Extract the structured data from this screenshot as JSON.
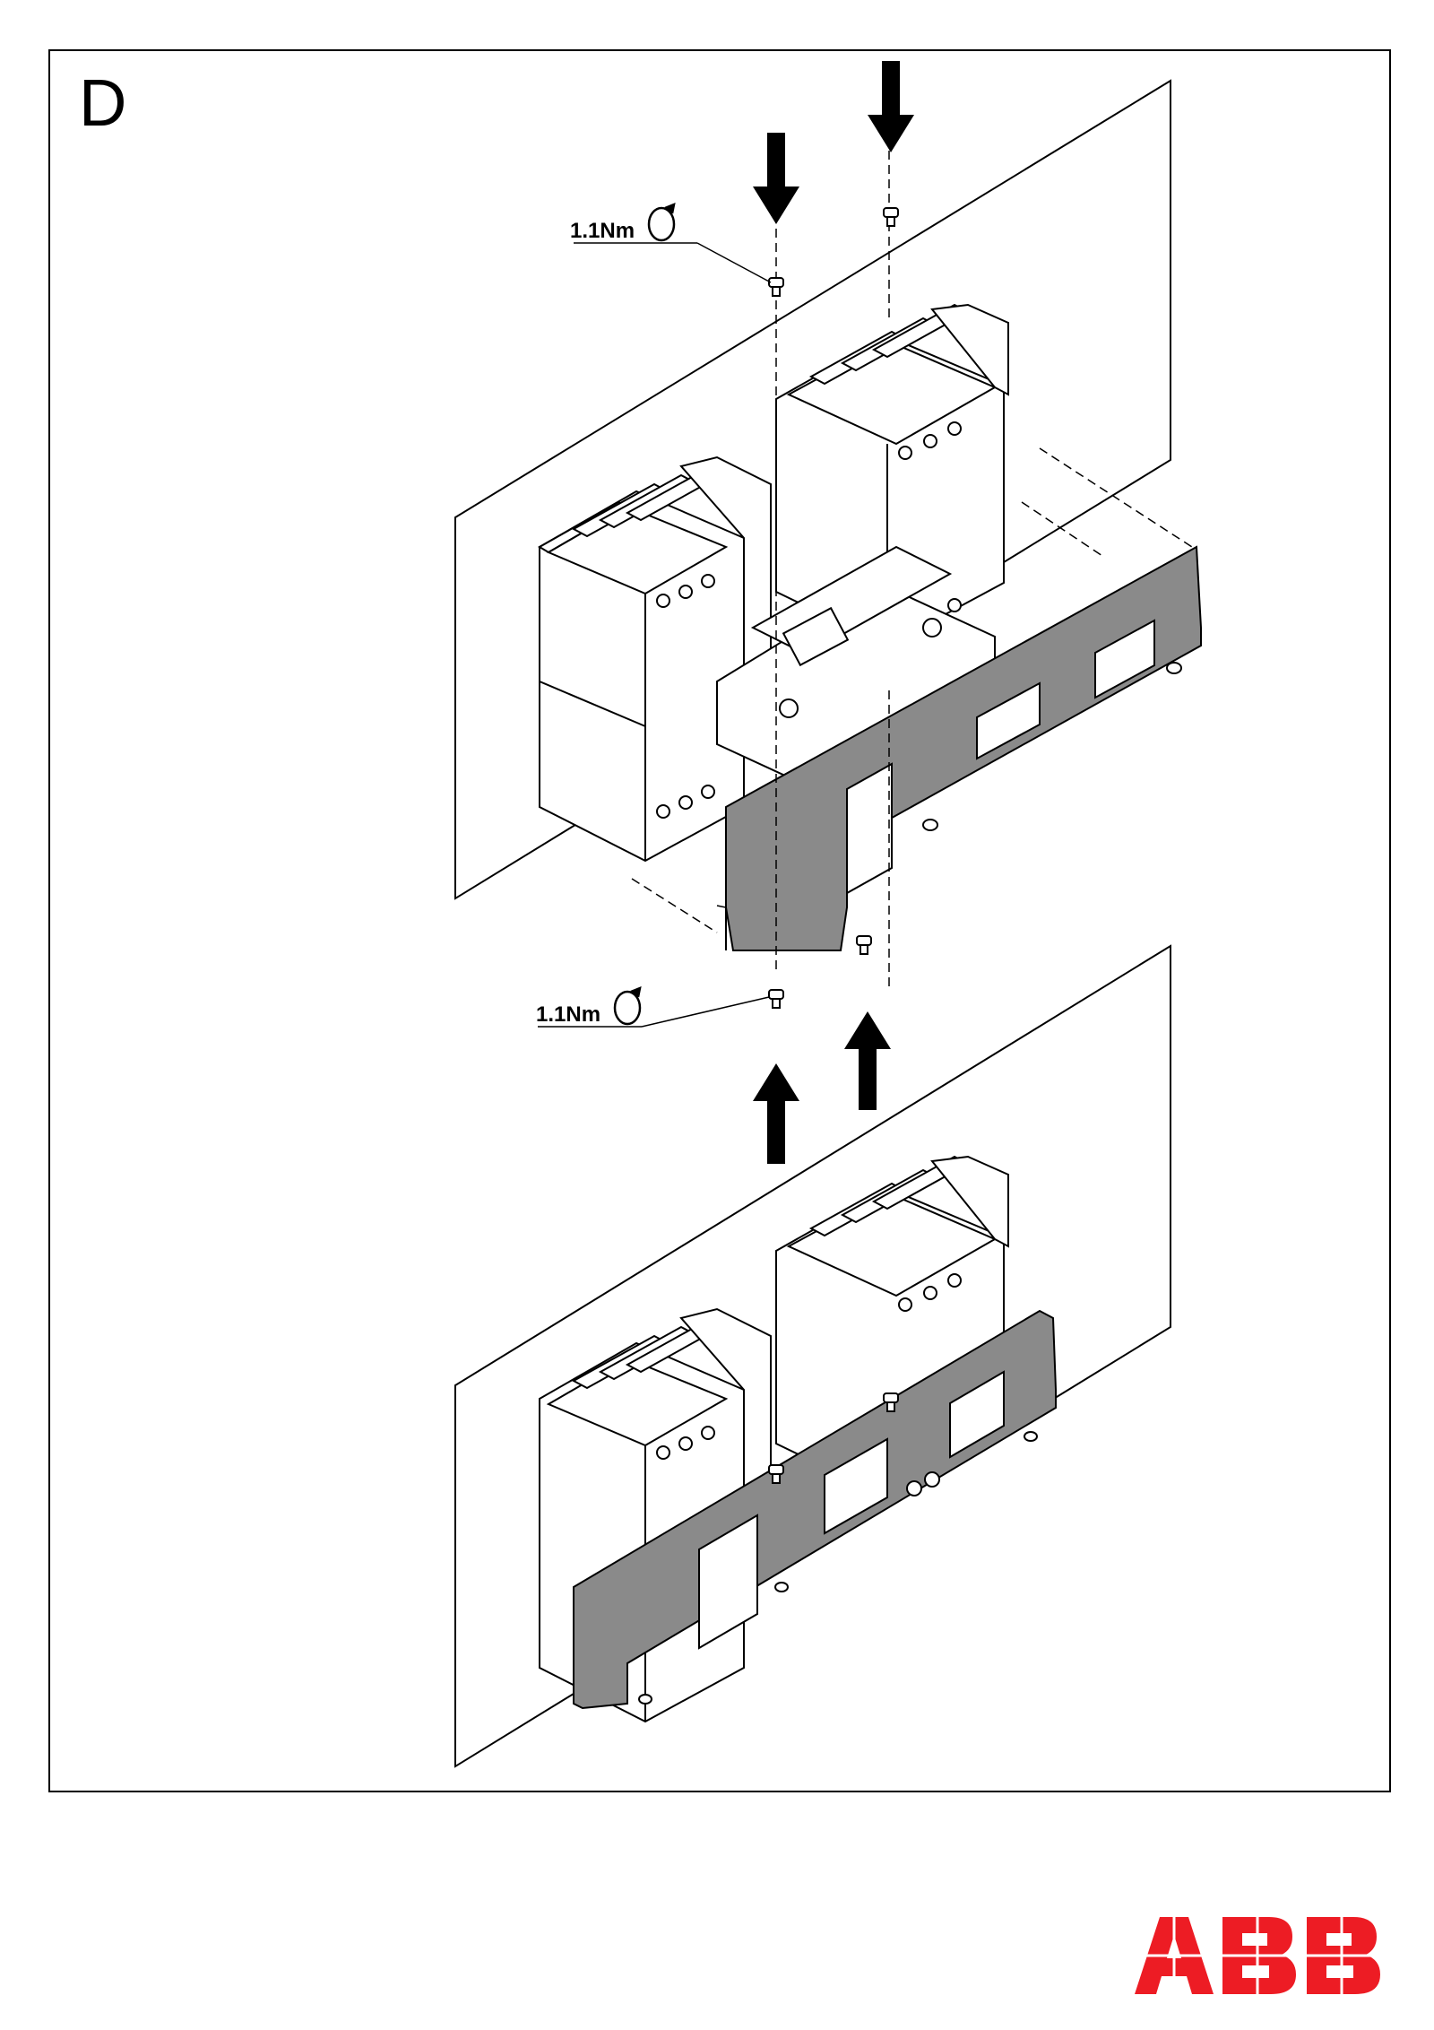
{
  "step": {
    "letter": "D"
  },
  "torque_labels": [
    {
      "text": "1.1Nm",
      "target": "top-left-screw"
    },
    {
      "text": "1.1Nm",
      "target": "bottom-left-screw"
    }
  ],
  "logo": {
    "text": "ABB",
    "color": "#ED1C24"
  },
  "colors": {
    "plate": "#8a8a8a",
    "line": "#000000",
    "frame": "#000000"
  },
  "icons": [
    "arrow-down-icon",
    "arrow-up-icon",
    "torque-rotation-icon",
    "screw-icon"
  ]
}
